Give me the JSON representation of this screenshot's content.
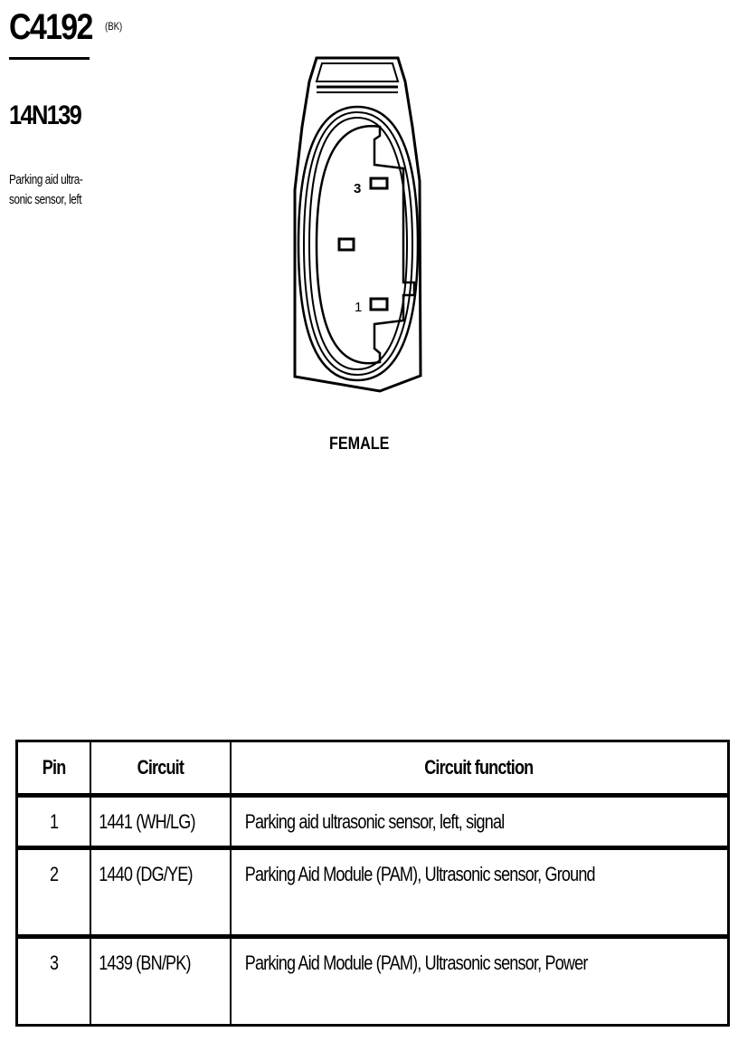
{
  "header": {
    "connector_id": "C4192",
    "connector_color": "(BK)",
    "part_number": "14N139",
    "description_lines": [
      "Parking aid ultra-",
      "sonic sensor, left"
    ]
  },
  "diagram": {
    "view": "FEMALE",
    "pin_labels": [
      {
        "label": "3",
        "position": "upper"
      },
      {
        "label": "",
        "position": "middle"
      },
      {
        "label": "1",
        "position": "lower"
      }
    ]
  },
  "table": {
    "columns": [
      "Pin",
      "Circuit",
      "Circuit function"
    ],
    "rows": [
      {
        "pin": "1",
        "circuit": "1441 (WH/LG)",
        "function": "Parking aid ultrasonic sensor, left, signal"
      },
      {
        "pin": "2",
        "circuit": "1440 (DG/YE)",
        "function": "Parking Aid Module (PAM), Ultrasonic sensor, Ground"
      },
      {
        "pin": "3",
        "circuit": "1439 (BN/PK)",
        "function": "Parking Aid Module (PAM), Ultrasonic sensor, Power"
      }
    ]
  }
}
